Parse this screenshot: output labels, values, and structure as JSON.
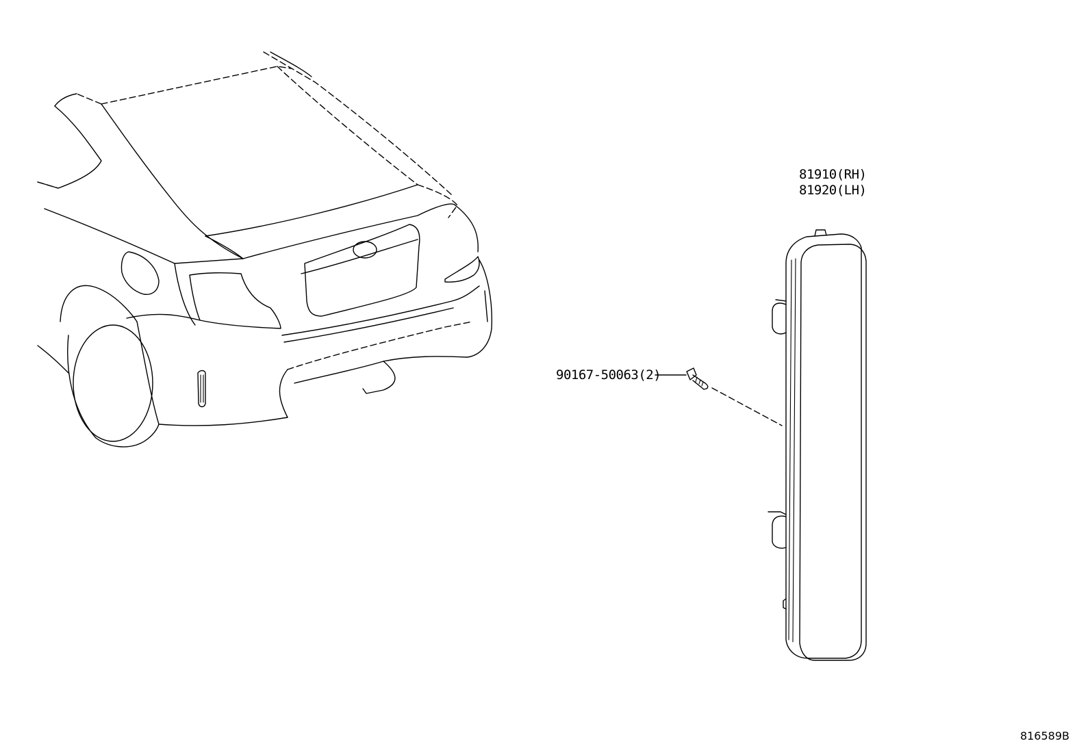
{
  "diagram": {
    "callouts": {
      "reflector_rh": "81910(RH)",
      "reflector_lh": "81920(LH)",
      "bolt": "90167-50063(2)"
    },
    "figure_id": "816589B"
  }
}
